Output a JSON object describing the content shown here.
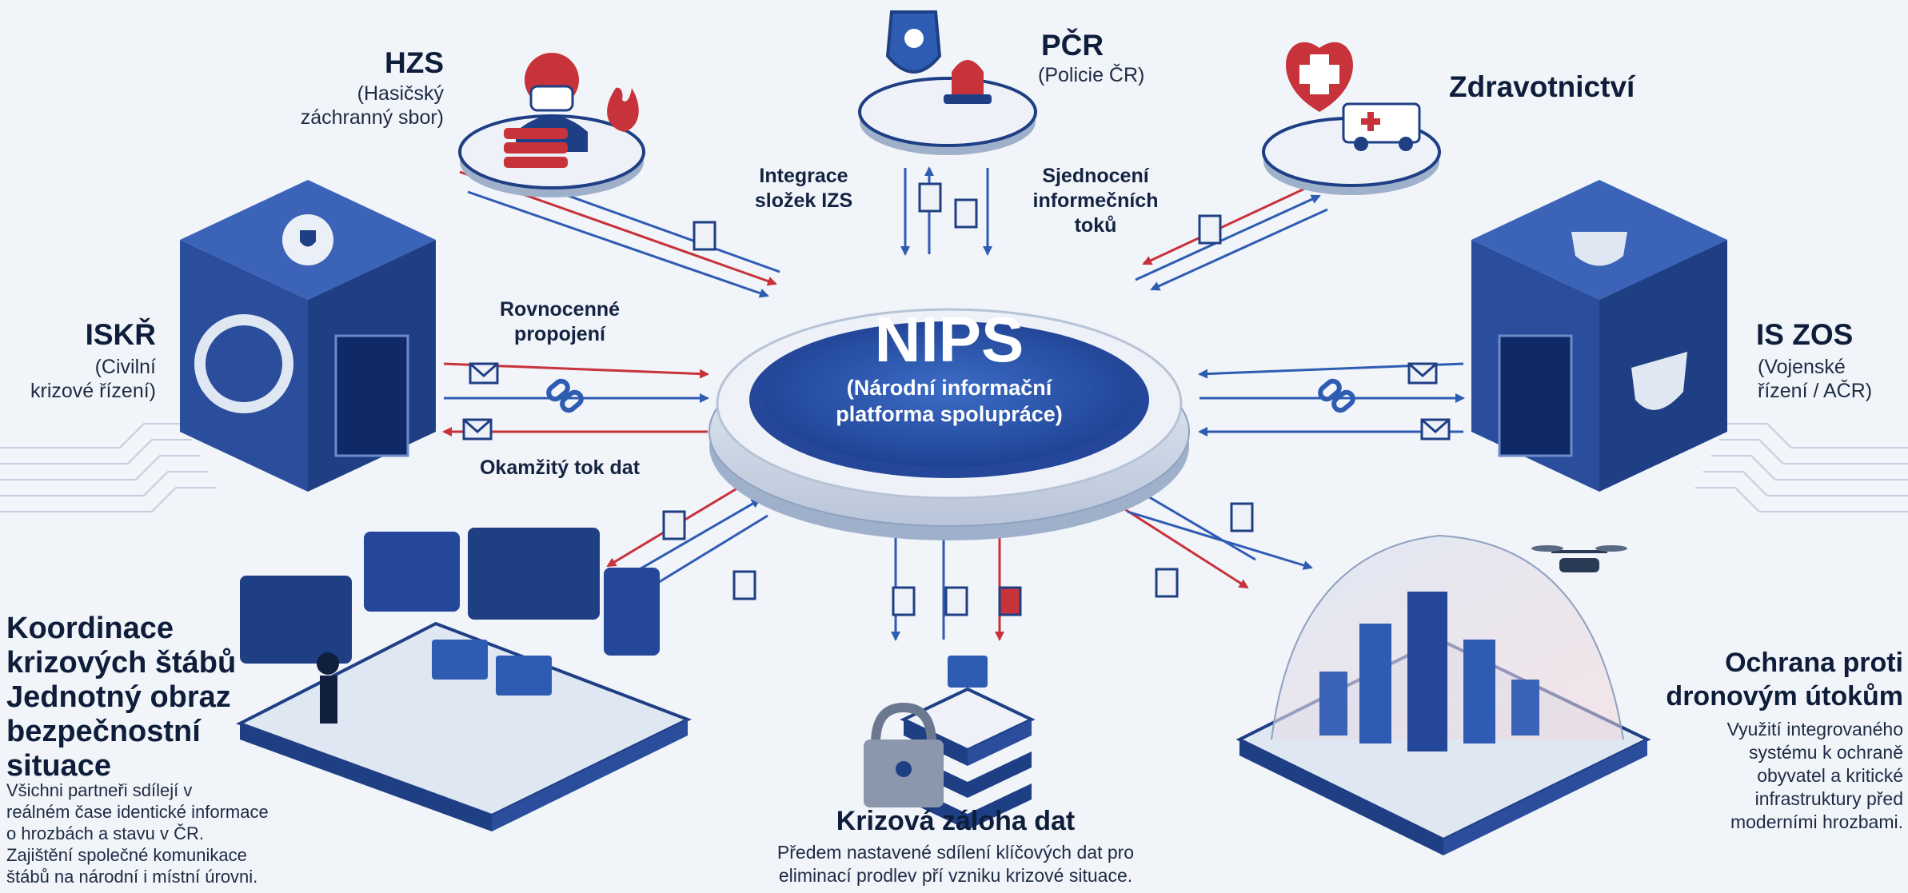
{
  "hub": {
    "title": "NIPS",
    "subtitle_line1": "(Národní informační",
    "subtitle_line2": "platforma spolupráce)"
  },
  "hzs": {
    "title": "HZS",
    "sub1": "(Hasičský",
    "sub2": "záchranný sbor)"
  },
  "pcr": {
    "title": "PČR",
    "sub1": "(Policie ČR)"
  },
  "zdrav": {
    "title": "Zdravotnictví"
  },
  "iskr": {
    "title": "ISKŘ",
    "sub1": "(Civilní",
    "sub2": "krizové řízení)"
  },
  "iszos": {
    "title": "IS ZOS",
    "sub1": "(Vojenské",
    "sub2": "řízení / AČR)"
  },
  "connectors": {
    "integrace": [
      "Integrace",
      "složek IZS"
    ],
    "sjednoceni": [
      "Sjednocení",
      "informečních",
      "toků"
    ],
    "rovnocenne": [
      "Rovnocenné",
      "propojení"
    ],
    "okamzity": "Okamžitý tok dat"
  },
  "koordinace": {
    "title_lines": [
      "Koordinace",
      "krizových štábů",
      "Jednotný obraz",
      "bezpečnostní",
      "situace"
    ],
    "body_lines": [
      "Všichni partneři sdílejí v",
      "reálném čase identické informace",
      "o hrozbách a stavu v ČR.",
      "Zajištění společné komunikace",
      "štábů na národní i místní úrovni."
    ]
  },
  "zaloha": {
    "title": "Krizová záloha dat",
    "body_lines": [
      "Předem nastavené sdílení klíčových dat pro",
      "eliminací prodlev pří vzniku krizové situace."
    ]
  },
  "drony": {
    "title_lines": [
      "Ochrana proti",
      "dronovým útokům"
    ],
    "body_lines": [
      "Využití integrovaného",
      "systému k ochraně",
      "obyvatel a kritické",
      "infrastruktury před",
      "moderními hrozbami."
    ]
  },
  "colors": {
    "navy": "#1f3f85",
    "blue": "#2f5cb3",
    "red": "#c8323a",
    "light": "#dfe7f3"
  },
  "icons": [
    "firefighter-icon",
    "fire-icon",
    "police-badge-icon",
    "siren-icon",
    "heart-cross-icon",
    "ambulance-icon",
    "gear-shield-icon",
    "winged-shield-icon",
    "envelope-icon",
    "link-icon",
    "document-icon",
    "padlock-icon",
    "server-stack-icon",
    "drone-icon",
    "dome-city-icon",
    "control-room-icon"
  ]
}
